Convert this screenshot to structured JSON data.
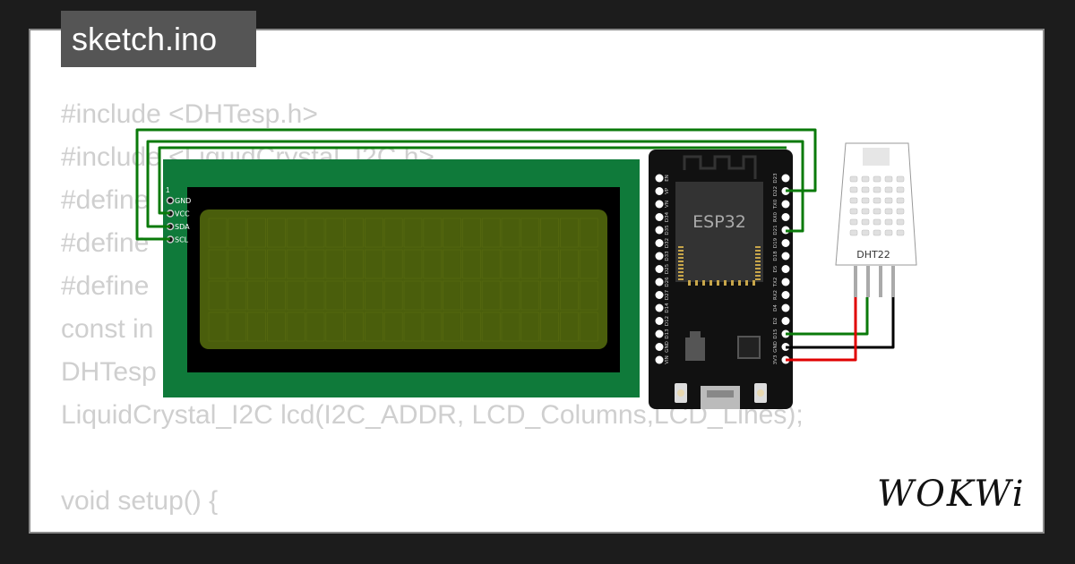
{
  "title": "sketch.ino",
  "code_lines": [
    "#include <DHTesp.h>",
    "#include <LiquidCrystal_I2C.h>",
    "#define",
    "#define",
    "#define",
    "const in",
    "DHTesp",
    "LiquidCrystal_I2C lcd(I2C_ADDR, LCD_Columns,LCD_Lines);",
    "",
    "void setup() {",
    "  //"
  ],
  "lcd": {
    "pin1_label": "1",
    "pins": [
      "GND",
      "VCC",
      "SDA",
      "SCL"
    ],
    "screen_color": "#4a5e0c",
    "board_color": "#0f7a3a"
  },
  "esp32": {
    "label": "ESP32",
    "left_pins": [
      "EN",
      "VP",
      "VN",
      "D34",
      "D35",
      "D32",
      "D33",
      "D25",
      "D26",
      "D27",
      "D14",
      "D12",
      "D13",
      "GND",
      "VIN"
    ],
    "right_pins": [
      "D23",
      "D22",
      "TX0",
      "RX0",
      "D21",
      "D19",
      "D18",
      "D5",
      "TX2",
      "RX2",
      "D4",
      "D2",
      "D15",
      "GND",
      "3V3"
    ]
  },
  "dht": {
    "label": "DHT22"
  },
  "wires": {
    "i2c": "#0a7a0a",
    "data": "#0a7a0a",
    "gnd": "#000000",
    "power": "#e00000"
  },
  "logo": "WOKWi"
}
